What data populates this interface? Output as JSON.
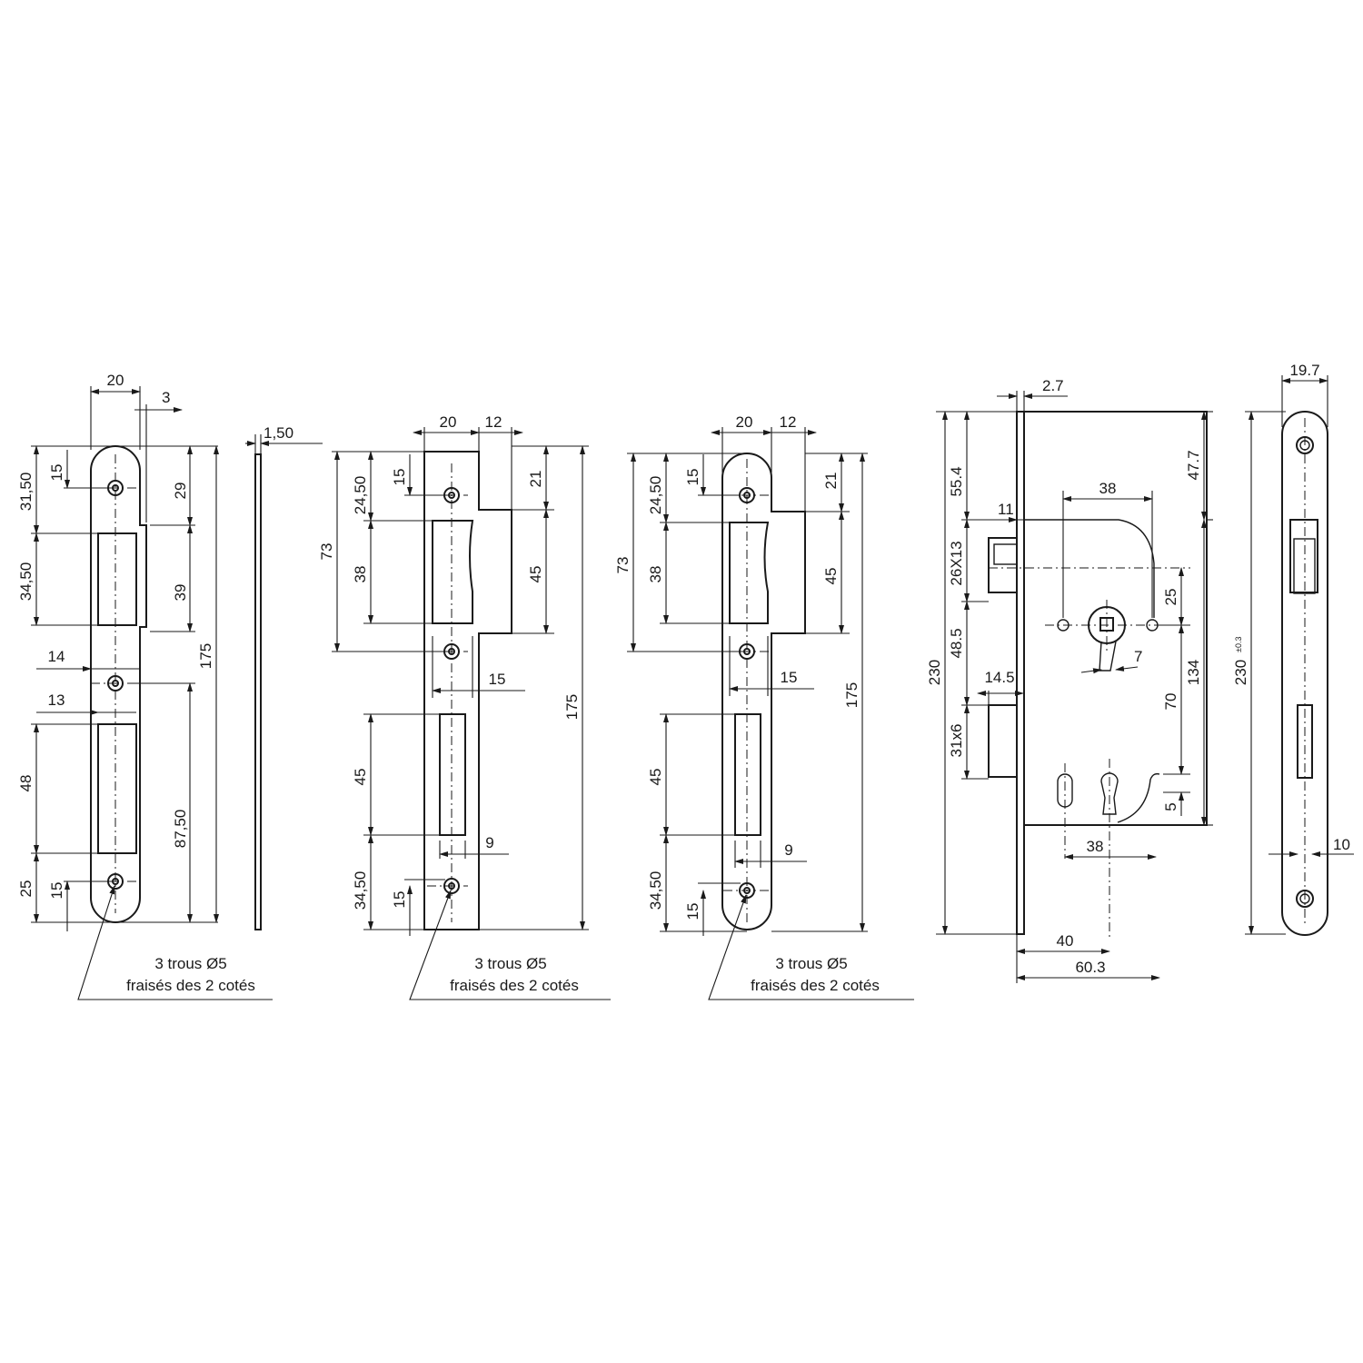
{
  "strike1": {
    "dims": {
      "width": "20",
      "offset": "3",
      "thickness": "1,50",
      "d1": "31,50",
      "d2": "15",
      "d3": "34,50",
      "d4": "29",
      "d5": "39",
      "d6": "14",
      "d7": "13",
      "d8": "48",
      "d9": "25",
      "d10": "15",
      "d11": "87,50",
      "d12": "175"
    },
    "note_l1": "3 trous Ø5",
    "note_l2": "fraisés des 2 cotés"
  },
  "strike2": {
    "dims": {
      "w1": "20",
      "w2": "12",
      "d1": "15",
      "d2": "24,50",
      "d3": "73",
      "d4": "38",
      "d5": "21",
      "d6": "45",
      "d7": "15",
      "d8": "45",
      "d9": "9",
      "d10": "34,50",
      "d11": "15",
      "d12": "175"
    },
    "note_l1": "3 trous Ø5",
    "note_l2": "fraisés des 2 cotés"
  },
  "strike3": {
    "dims": {
      "w1": "20",
      "w2": "12",
      "d1": "15",
      "d2": "24,50",
      "d3": "73",
      "d4": "38",
      "d5": "21",
      "d6": "45",
      "d7": "15",
      "d8": "45",
      "d9": "9",
      "d10": "34,50",
      "d11": "15",
      "d12": "175"
    },
    "note_l1": "3 trous Ø5",
    "note_l2": "fraisés des 2 cotés"
  },
  "lockbody": {
    "dims": {
      "plate": "2.7",
      "d554": "55.4",
      "d477": "47.7",
      "d11": "11",
      "d38top": "38",
      "d26x13": "26X13",
      "d25": "25",
      "d485": "48.5",
      "d7": "7",
      "d134": "134",
      "d145": "14.5",
      "d230": "230",
      "d70": "70",
      "d31x6": "31x6",
      "d5": "5",
      "d38bot": "38",
      "d40": "40",
      "d603": "60.3"
    }
  },
  "faceplate": {
    "dims": {
      "width": "19.7",
      "height": "230",
      "tol": "±0.3",
      "d10": "10"
    }
  }
}
